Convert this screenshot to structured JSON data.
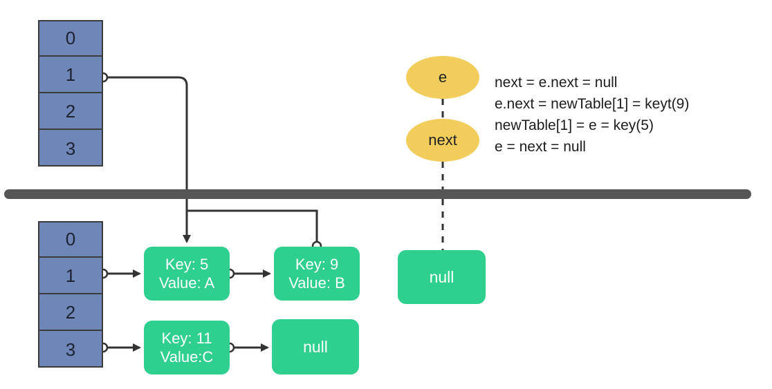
{
  "top_table": {
    "slots": [
      "0",
      "1",
      "2",
      "3"
    ]
  },
  "bottom_table": {
    "slots": [
      "0",
      "1",
      "2",
      "3"
    ]
  },
  "nodes": {
    "key5": {
      "key_text": "Key: 5",
      "value_text": "Value: A"
    },
    "key9": {
      "key_text": "Key: 9",
      "value_text": "Value: B"
    },
    "key11": {
      "key_text": "Key: 11",
      "value_text": "Value:C"
    },
    "null_bucket3": {
      "label": "null"
    },
    "null_right": {
      "label": "null"
    }
  },
  "pointers": {
    "e": "e",
    "next": "next"
  },
  "code_lines": [
    "next = e.next = null",
    "e.next = newTable[1] = keyt(9)",
    "newTable[1] = e = key(5)",
    "e = next = null"
  ],
  "colors": {
    "table_fill": "#6f86b8",
    "node_fill": "#2ecf8f",
    "pointer_fill": "#f2cd5c",
    "divider": "#555555",
    "line": "#333333"
  }
}
